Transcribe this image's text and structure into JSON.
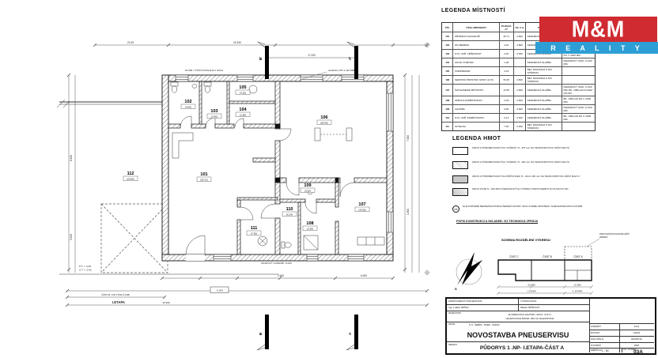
{
  "logo": {
    "top": "M&M",
    "bottom": "R E A L I T Y",
    "red": "#cf2b31",
    "blue": "#2d9fd6"
  },
  "legend_rooms": {
    "title": "LEGENDA MÍSTNOSTÍ",
    "headers": [
      "ČÍS.",
      "ÚČEL MÍSTNOSTI",
      "PLOCHA m²",
      "SV. V m",
      "PODLAHA",
      ""
    ],
    "rows": [
      [
        "101",
        "PŘIJÍMACÍ KANCELÁŘ",
        "30.71",
        "2.800",
        "KERAMICKÁ DLAŽBA",
        ""
      ],
      [
        "102",
        "WC BEZBAR.",
        "4.40",
        "2.800",
        "KERAMICKÁ DLAŽBA",
        ""
      ],
      [
        "103",
        "HYG. ZAŘ. VEŘEJNOST",
        "2.46",
        "2.650",
        "KERAMICKÁ DLAŽBA",
        "KERAMICKÝ OBKLAD MIN. DO V. 2000 MM"
      ],
      [
        "104",
        "ÚKLID. KOMORA",
        "1.28",
        "",
        "KERAMICKÁ DLAŽBA",
        "KERAMICKÝ SOKL V=100 MM"
      ],
      [
        "105",
        "KOMPRESOR",
        "4.15",
        "",
        "BET. MAZANINA S NIV. STĚRKOU",
        ""
      ],
      [
        "106",
        "SERVISNÍ PROSTOR, MONT. AUTA",
        "56.45",
        "2.800",
        "BET. MAZANINA S NIV. STĚRKOU",
        ""
      ],
      [
        "107",
        "ŠATNA/DENNÍ MÍSTNOST",
        "13.50",
        "2.600",
        "KERAMICKÁ DLAŽBA",
        "KERAMICKÝ SOKL V=100 MM, BÍL. OBKLAD KOLEM VPUSTI"
      ],
      [
        "108",
        "SPRCHA ZAMĚSTNANCI",
        "3.29",
        "2.600",
        "KERAMICKÁ DLAŽBA",
        "BÍL. OBKLAD DO V. 2000 MM"
      ],
      [
        "109",
        "CHODBA",
        "3.50",
        "2.600",
        "KERAMICKÁ DLAŽBA",
        "KERAMICKÝ SOKL V=100 MM"
      ],
      [
        "110",
        "HYG. ZAŘ. ZAMĚSTNANCI",
        "6.14",
        "2.600",
        "KERAMICKÁ DLAŽBA",
        "BÍL. OBKLAD DO V. 2000 MM"
      ],
      [
        "111",
        "KOTELNA",
        "7.36",
        "2.600",
        "BET. MAZANINA S NIV. STĚRKOU",
        ""
      ]
    ]
  },
  "legend_hmot": {
    "title": "LEGENDA HMOT",
    "items": [
      {
        "swatch": "plain",
        "text": "ZDIVO Z PÓROBETONOVÝCH TVÁRNIC TL. 375 mm NA TENKOVRSTVOU ZDÍCÍ MALTU"
      },
      {
        "swatch": "hatch-light",
        "text": "ZDIVO Z PÓROBETONOVÝCH TVÁRNIC TL. 300 mm NA TENKOVRSTVOU ZDÍCÍ MALTU"
      },
      {
        "swatch": "gray",
        "text": "ZDIVO Z PÓROBETONOVÝCH PŘÍČKOVEK TL. 100 A 150 mm NA TENKOVRSTVOU ZDÍCÍ MALTU"
      },
      {
        "swatch": "hatch-dense",
        "text": "ZDIVO PLNÉ TL. 200 MM Z KERAMICKÝCH TVÁRNIC POROTHERM P10 NA MALTU MC"
      }
    ],
    "note_badge": "PB",
    "note": "DLE POŽÁRNĚ BEZPEČNOSTNÍHO ŘEŠENÍ STAVBY JSOU DVEŘE OPATŘENY SAMOZAVÍRACÍM KOVÁNÍM"
  },
  "popis": "POPIS KONSTRUKCÍ A SKLADEB: VIZ TECHNICKÁ ZPRÁVA",
  "schema": {
    "title": "SCHEMA ROZDĚLENÍ VÝKRESU",
    "parts": [
      "ČÁST C",
      "ČÁST B",
      "ČÁST A"
    ],
    "note_line1": "PROVOZNÍ DVOUPODLAŽNÍ",
    "note_line2": "OBJEKT",
    "dim_left": "22.990",
    "dim_right": "12.285",
    "stage_left": "I. ETAPA",
    "stage_right": "II. ETAPA",
    "north": "S"
  },
  "titleblock": {
    "resp_label": "ZODPOVĚDNÝ PROJEKTANT",
    "resp": "Ing. Luděk TRŇKA",
    "drawn_label": "VYPRACOVAL",
    "drawn": "Mlada TRŇKOVÁ",
    "investor_label": "INVESTOR",
    "investor1": "ALTERNATIVA QUATRO, SPOL. S.R.O.",
    "investor2": "LELEKOVICE 509/18, 664 31 LELEKOVICE",
    "akce_label": "AKCE",
    "akce": "K.Ú. ČEBÍN , PARC. 2010/2",
    "project": "NOVOSTAVBA PNEUSERVISU",
    "obsah_label": "OBSAH",
    "obsah": "PŮDORYS 1 .NP- I.ETAPA-ČÁST A",
    "format_label": "FORMÁT",
    "format": "8 A4",
    "datum_label": "DATUM",
    "datum": "1/2011",
    "zak_label": "ZAK.ČÍSLO",
    "zak": "09-M0710",
    "stupen_label": "STUPEŇ",
    "stupen": "DSP",
    "meritko_label": "MĚŘÍTKO",
    "meritko": "1 : 50",
    "cis_label": "ČÍS. VÝKRESU",
    "cis": "03A"
  },
  "plan": {
    "rooms": [
      {
        "id": "101",
        "area": "(30.71)"
      },
      {
        "id": "102",
        "area": "(4.40)"
      },
      {
        "id": "103",
        "area": "(2.46)"
      },
      {
        "id": "104",
        "area": "(1.28)"
      },
      {
        "id": "105",
        "area": "(4.15)"
      },
      {
        "id": "106",
        "area": "(56.45)"
      },
      {
        "id": "107",
        "area": "(13.50)"
      },
      {
        "id": "108",
        "area": "(3.29)"
      },
      {
        "id": "109",
        "area": "(3.50)"
      },
      {
        "id": "110",
        "area": "(6.14)"
      },
      {
        "id": "111",
        "area": "(7.36)"
      },
      {
        "id": "112",
        "area": "(23.80)"
      }
    ],
    "sections": {
      "top_left": "B'",
      "top_right": "A'",
      "bottom_left": "B",
      "bottom_right": "A"
    },
    "dims": [
      "21.05",
      "17.200",
      "8.150",
      "3.540",
      "7.500",
      "1.500",
      "2.540",
      "6.300",
      "22.340"
    ],
    "level_box": "-0.200",
    "levels": [
      "±0.000 = ČISTÁ PODLAHA V HALE",
      "P.T. = -0.45",
      "U.T. = -0.30"
    ],
    "notes": [
      "odvětrání VZT ⌀ 110 MM",
      "OKAPOVÝ CHODNÍK -0.020"
    ],
    "part_ref": "ČÁST B: VIZ VÝKR.Č.03B",
    "stage": "I.ETAPA",
    "stage_dim": "32.990"
  }
}
